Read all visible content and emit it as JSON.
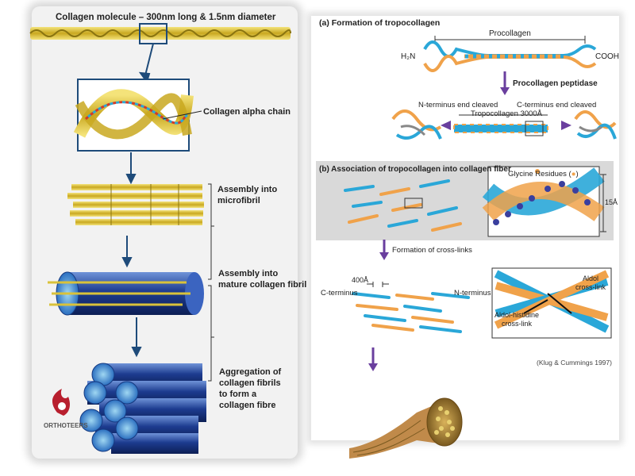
{
  "left": {
    "title": "Collagen molecule – 300nm long & 1.5nm diameter",
    "alpha_chain_label": "Collagen alpha chain",
    "step1": [
      "Assembly into",
      "microfibril"
    ],
    "step2": [
      "Assembly into",
      "mature collagen fibril"
    ],
    "step3": [
      "Aggregation of",
      "collagen fibrils",
      "to form a",
      "collagen fibre"
    ],
    "logo_text": "ORTHOTEERS"
  },
  "right": {
    "section_a_title": "(a) Formation of tropocollagen",
    "procollagen": "Procollagen",
    "h2n": "H₂N",
    "cooh": "COOH",
    "peptidase": "Procollagen peptidase",
    "n_cleaved": "N-terminus end cleaved",
    "c_cleaved": "C-terminus end cleaved",
    "tropocollagen": "Tropocollagen 3000Å",
    "section_b_title": "(b) Association of tropocollagen into collagen fiber",
    "glycine": "Glycine Residues (",
    "glycine_end": ")",
    "width_15": "15Å",
    "crosslinks": "Formation of cross-links",
    "spacing": "400Å",
    "c_terminus": "C-terminus",
    "n_terminus": "N-terminus",
    "aldol": [
      "Aldol",
      "cross-link"
    ],
    "aldol_histidine": [
      "Aldol-histidine",
      "cross-link"
    ],
    "citation": "(Klug & Cummings 1997)"
  },
  "colors": {
    "gold": "#d9c23a",
    "fibril_blue": "#1f3f8f",
    "strand_blue": "#2aa7d8",
    "strand_orange": "#f0a24a",
    "arrow_purple": "#6a3f9e",
    "arrow_dark_blue": "#1e4b7a"
  }
}
